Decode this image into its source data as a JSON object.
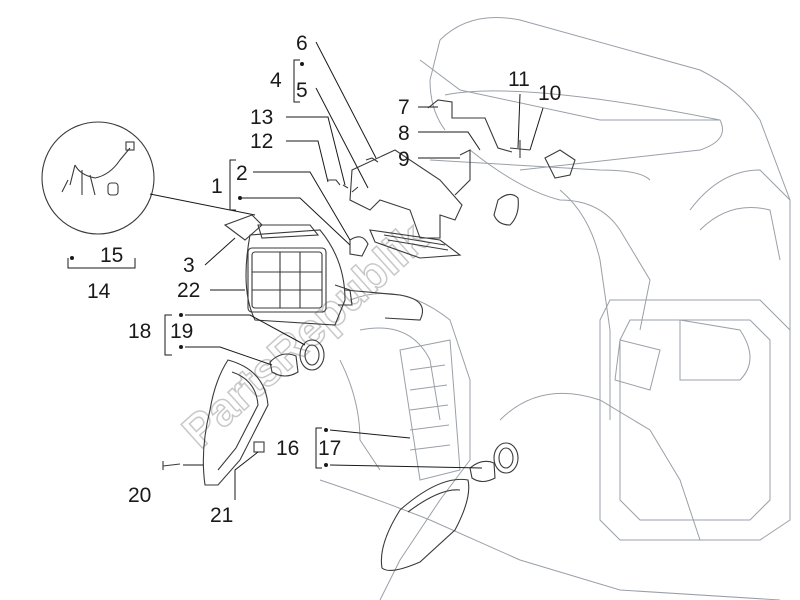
{
  "watermark": "PartsRepublik",
  "callouts": {
    "c1": "1",
    "c2": "2",
    "c3": "3",
    "c4": "4",
    "c5": "5",
    "c6": "6",
    "c7": "7",
    "c8": "8",
    "c9": "9",
    "c10": "10",
    "c11": "11",
    "c12": "12",
    "c13": "13",
    "c14": "14",
    "c15": "15",
    "c16": "16",
    "c17": "17",
    "c18": "18",
    "c19": "19",
    "c20": "20",
    "c21": "21",
    "c22": "22"
  }
}
